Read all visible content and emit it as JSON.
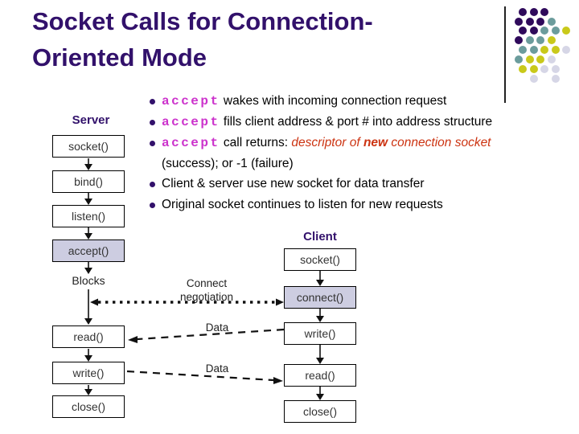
{
  "title": {
    "line1": "Socket Calls for Connection-",
    "line2": "Oriented Mode"
  },
  "bullets": [
    {
      "marker": true,
      "segments": [
        {
          "t": "accept",
          "s": "kw"
        },
        {
          "t": " wakes with incoming connection request",
          "s": "plain"
        }
      ]
    },
    {
      "marker": true,
      "segments": [
        {
          "t": "accept",
          "s": "kw"
        },
        {
          "t": " fills client address & port # into address structure",
          "s": "plain"
        }
      ]
    },
    {
      "marker": true,
      "segments": [
        {
          "t": "accept",
          "s": "kw"
        },
        {
          "t": " call returns: ",
          "s": "plain"
        },
        {
          "t": "descriptor of ",
          "s": "em"
        },
        {
          "t": "new",
          "s": "emb"
        },
        {
          "t": " connection socket",
          "s": "em"
        }
      ]
    },
    {
      "marker": false,
      "segments": [
        {
          "t": "(success); or -1 (failure)",
          "s": "plain"
        }
      ]
    },
    {
      "marker": true,
      "segments": [
        {
          "t": "Client & server use new socket for data transfer",
          "s": "plain"
        }
      ]
    },
    {
      "marker": true,
      "segments": [
        {
          "t": "Original socket continues to listen for new requests",
          "s": "plain"
        }
      ]
    }
  ],
  "diagram": {
    "server_label": "Server",
    "client_label": "Client",
    "server_boxes": [
      "socket()",
      "bind()",
      "listen()",
      "accept()",
      "read()",
      "write()",
      "close()"
    ],
    "client_boxes": [
      "socket()",
      "connect()",
      "write()",
      "read()",
      "close()"
    ],
    "blocks_label": "Blocks",
    "connect_label_line1": "Connect",
    "connect_label_line2": "negotiation",
    "data_label_top": "Data",
    "data_label_bottom": "Data"
  },
  "colors": {
    "title_color": "#32116b",
    "keyword_color": "#cc33cc",
    "highlight_color": "#cc3311",
    "body_color": "#000000",
    "box_border": "#000000",
    "box_fill_highlight": "#cdcde1",
    "arrow_color": "#111111"
  },
  "decoration": {
    "palette": {
      "P": "#2f0a5b",
      "T": "#6b9c9c",
      "Y": "#c9c91a",
      "L": "#d6d6e6"
    },
    "rows": [
      {
        "y": 10,
        "offset": 5,
        "dots": [
          "P",
          "P",
          "P"
        ]
      },
      {
        "y": 22,
        "offset": 0,
        "dots": [
          "P",
          "P",
          "P",
          "T"
        ]
      },
      {
        "y": 33,
        "offset": 5,
        "dots": [
          "P",
          "P",
          "T",
          "T",
          "Y"
        ]
      },
      {
        "y": 45,
        "offset": 0,
        "dots": [
          "P",
          "T",
          "T",
          "Y"
        ]
      },
      {
        "y": 57,
        "offset": 5,
        "dots": [
          "T",
          "T",
          "Y",
          "Y",
          "L"
        ]
      },
      {
        "y": 69,
        "offset": 0,
        "dots": [
          "T",
          "Y",
          "Y",
          "L"
        ]
      },
      {
        "y": 81,
        "offset": 5,
        "dots": [
          "Y",
          "Y",
          "L",
          "L"
        ]
      },
      {
        "y": 93,
        "offset": 5,
        "dots": [
          "_",
          "L",
          "_",
          "L"
        ]
      }
    ]
  }
}
